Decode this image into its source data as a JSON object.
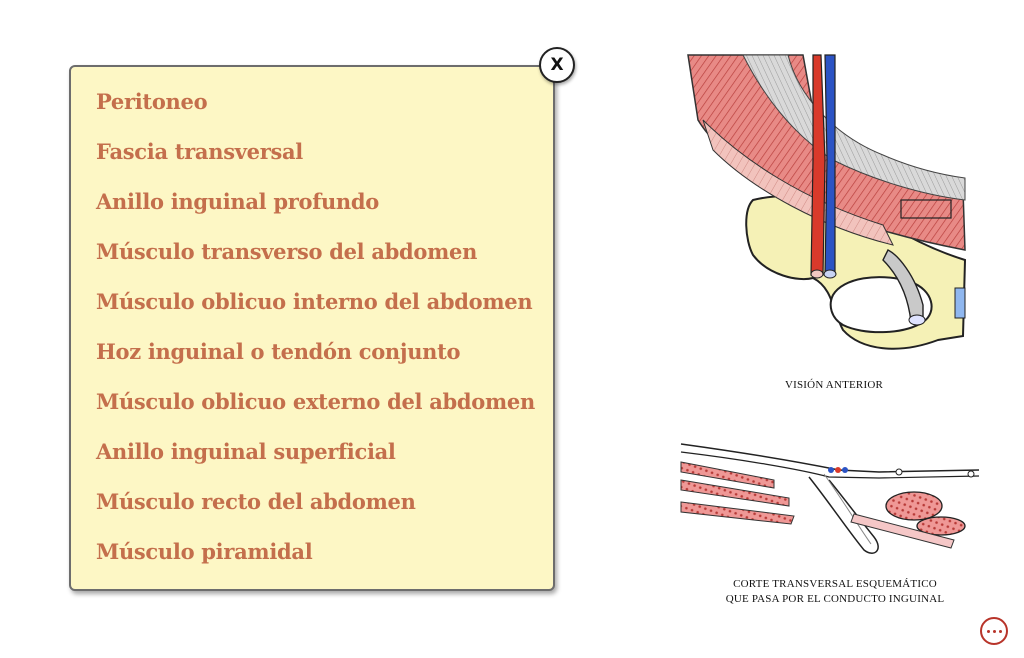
{
  "panel": {
    "items": [
      "Peritoneo",
      "Fascia transversal",
      "Anillo inguinal profundo",
      "Músculo transverso del abdomen",
      "Músculo oblicuo interno del abdomen",
      "Hoz inguinal o tendón conjunto",
      "Músculo oblicuo externo del abdomen",
      "Anillo inguinal superficial",
      "Músculo recto del abdomen",
      "Músculo piramidal"
    ],
    "close_label": "X"
  },
  "illustrations": {
    "anterior_caption": "VISIÓN ANTERIOR",
    "section_caption_line1": "CORTE TRANSVERSAL ESQUEMÁTICO",
    "section_caption_line2": "QUE PASA POR EL CONDUCTO INGUINAL"
  },
  "icons": {
    "close": "close-icon",
    "more": "more-options-icon"
  },
  "colors": {
    "panel_background": "#fdf7c5",
    "item_text": "#c46f4c",
    "more_button": "#b8342a"
  }
}
